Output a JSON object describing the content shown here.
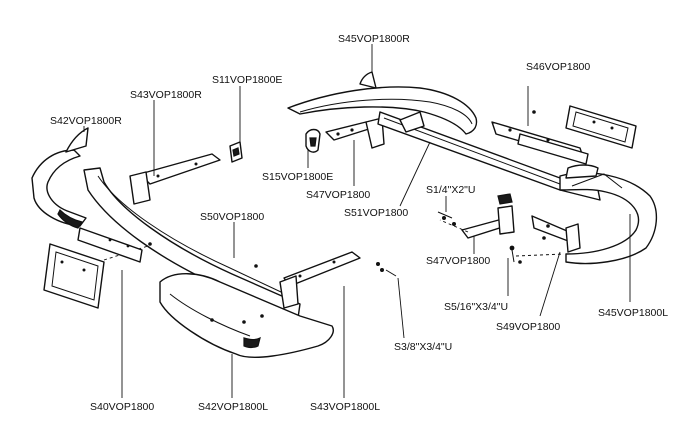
{
  "labels": {
    "s45_r": "S45VOP1800R",
    "s46": "S46VOP1800",
    "s11_e": "S11VOP1800E",
    "s43_r": "S43VOP1800R",
    "s42_r": "S42VOP1800R",
    "s15_e": "S15VOP1800E",
    "s47_top": "S47VOP1800",
    "s51": "S51VOP1800",
    "bolt_14": "S1/4\"X2\"U",
    "s50": "S50VOP1800",
    "s47_bottom": "S47VOP1800",
    "bolt_516": "S5/16\"X3/4\"U",
    "s49": "S49VOP1800",
    "s45_l": "S45VOP1800L",
    "bolt_38": "S3/8\"X3/4\"U",
    "s40": "S40VOP1800",
    "s42_l": "S42VOP1800L",
    "s43_l": "S43VOP1800L"
  },
  "colors": {
    "ink": "#111111",
    "paper": "#ffffff"
  }
}
